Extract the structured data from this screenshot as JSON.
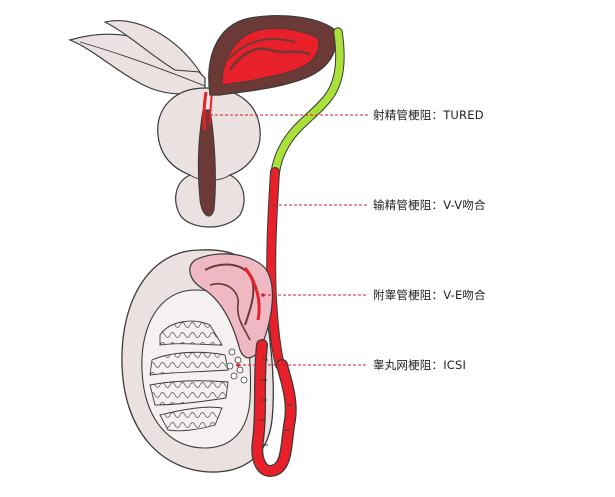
{
  "labels": [
    {
      "id": "ejaculatory-duct",
      "text": "射精管梗阻：TURED"
    },
    {
      "id": "vas-deferens",
      "text": "输精管梗阻：V-V吻合"
    },
    {
      "id": "epididymis",
      "text": "附睾管梗阻：V-E吻合"
    },
    {
      "id": "rete-testis",
      "text": "睾丸网梗阻：ICSI"
    }
  ],
  "colors": {
    "outline": "#3a3a3a",
    "tissue": "#ece1e1",
    "duct_red": "#e8202a",
    "duct_green": "#a9e03a",
    "dark_tissue": "#6b3a36",
    "pink": "#f0b8c2",
    "leader": "#d0202a"
  }
}
